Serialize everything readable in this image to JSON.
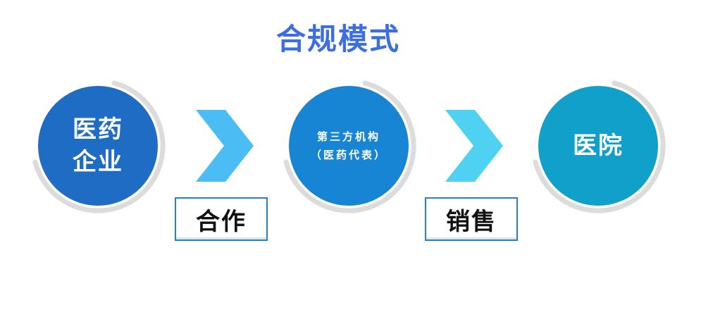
{
  "title": "合规模式",
  "nodes": [
    {
      "lines": [
        "医药",
        "企业"
      ],
      "color": "#1f6cc5"
    },
    {
      "lines": [
        "第三方机构",
        "（医药代表）"
      ],
      "color": "#1785d3"
    },
    {
      "lines": [
        "医院"
      ],
      "color": "#10a0c9"
    }
  ],
  "connectors": [
    {
      "label": "合作",
      "arrow_color": "#4cbcf4"
    },
    {
      "label": "销售",
      "arrow_color": "#4fd2f2"
    }
  ],
  "colors": {
    "title": "#3b6fe0",
    "ring": "#dcdcdc",
    "label_border": "#2a7fc4"
  }
}
